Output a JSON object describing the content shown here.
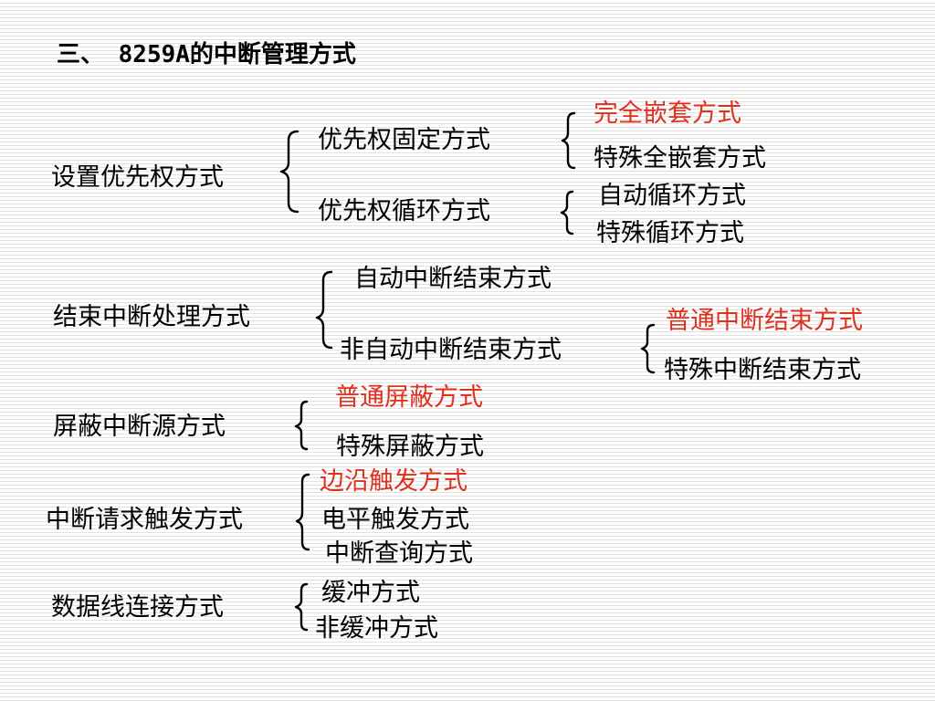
{
  "title": "三、 8259A的中断管理方式",
  "priority": {
    "label": "设置优先权方式",
    "fixed": {
      "label": "优先权固定方式",
      "options": [
        "完全嵌套方式",
        "特殊全嵌套方式"
      ]
    },
    "rotating": {
      "label": "优先权循环方式",
      "options": [
        "自动循环方式",
        "特殊循环方式"
      ]
    }
  },
  "eoi": {
    "label": "结束中断处理方式",
    "auto": "自动中断结束方式",
    "non_auto": {
      "label": "非自动中断结束方式",
      "options": [
        "普通中断结束方式",
        "特殊中断结束方式"
      ]
    }
  },
  "masking": {
    "label": "屏蔽中断源方式",
    "options": [
      "普通屏蔽方式",
      "特殊屏蔽方式"
    ]
  },
  "trigger": {
    "label": "中断请求触发方式",
    "options": [
      "边沿触发方式",
      "电平触发方式",
      "中断查询方式"
    ]
  },
  "bus": {
    "label": "数据线连接方式",
    "options": [
      "缓冲方式",
      "非缓冲方式"
    ]
  },
  "colors": {
    "highlight": "#e0301e",
    "text": "#000000"
  }
}
